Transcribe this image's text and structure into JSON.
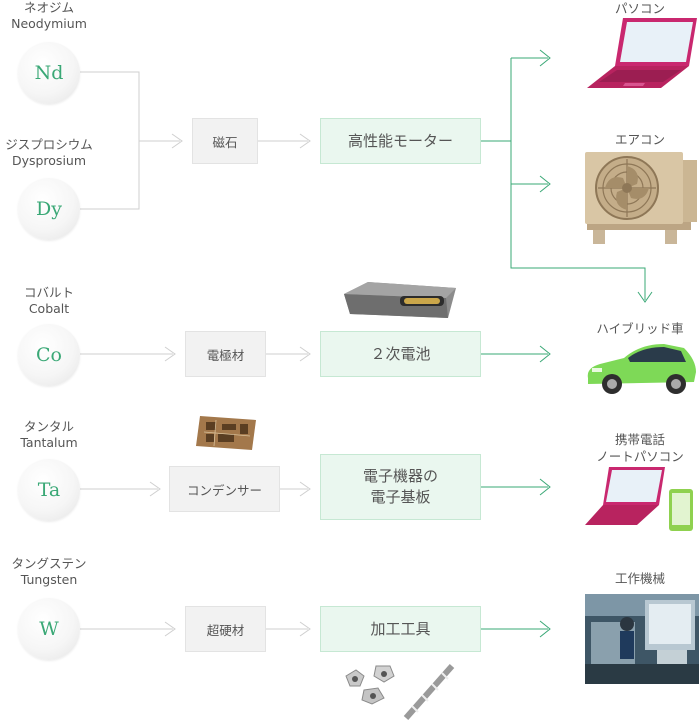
{
  "elements": [
    {
      "jp": "ネオジム",
      "en": "Neodymium",
      "symbol": "Nd"
    },
    {
      "jp": "ジスプロシウム",
      "en": "Dysprosium",
      "symbol": "Dy"
    },
    {
      "jp": "コバルト",
      "en": "Cobalt",
      "symbol": "Co"
    },
    {
      "jp": "タンタル",
      "en": "Tantalum",
      "symbol": "Ta"
    },
    {
      "jp": "タングステン",
      "en": "Tungsten",
      "symbol": "W"
    }
  ],
  "materials": [
    "磁石",
    "電極材",
    "コンデンサー",
    "超硬材"
  ],
  "parts": {
    "motor": "高性能モーター",
    "battery": "２次電池",
    "board_line1": "電子機器の",
    "board_line2": "電子基板",
    "tools": "加工工具"
  },
  "products": {
    "pc": "パソコン",
    "aircon": "エアコン",
    "hybrid": "ハイブリッド車",
    "mobile_line1": "携帯電話",
    "mobile_line2": "ノートパソコン",
    "machine": "工作機械"
  },
  "colors": {
    "accent": "#3aa876",
    "gray_line": "#cccccc",
    "laptop": "#c9286f",
    "car": "#7ed957"
  }
}
